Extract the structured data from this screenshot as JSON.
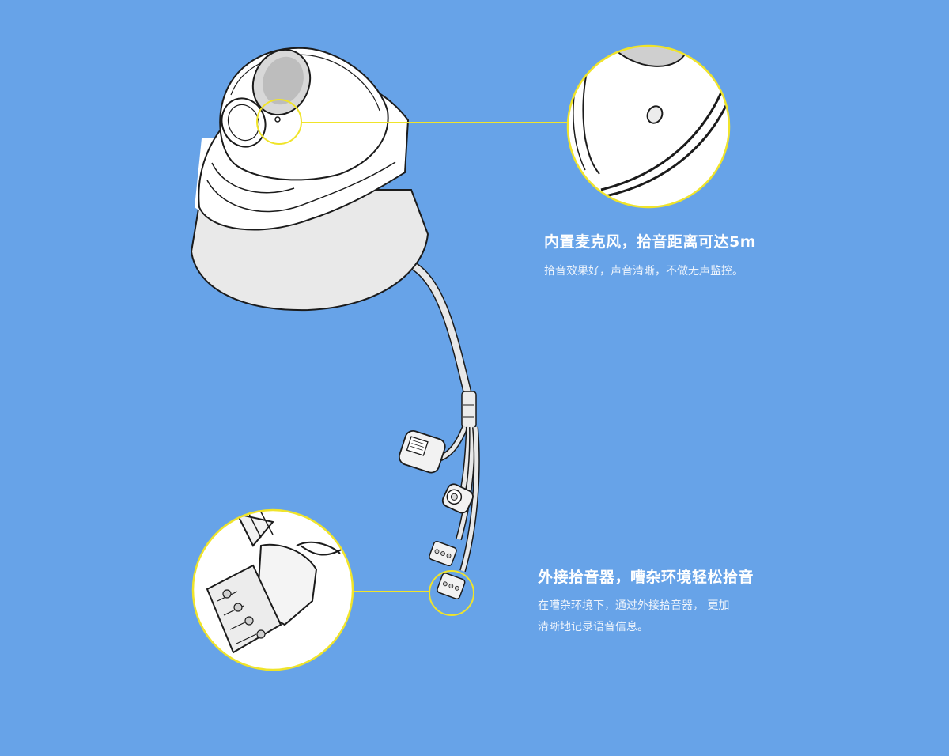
{
  "features": {
    "built_in_mic": {
      "title": "内置麦克风，拾音距离可达5m",
      "description": "拾音效果好，声音清晰，不做无声监控。"
    },
    "external_pickup": {
      "title": "外接拾音器，嘈杂环境轻松拾音",
      "description_line1": "在嘈杂环境下，通过外接拾音器， 更加",
      "description_line2": "清晰地记录语音信息。"
    }
  },
  "colors": {
    "background": "#67a3e8",
    "highlight": "#f0e42a",
    "camera_body": "#ffffff",
    "camera_base": "#e9e9e9",
    "outline": "#1b1b1b"
  }
}
